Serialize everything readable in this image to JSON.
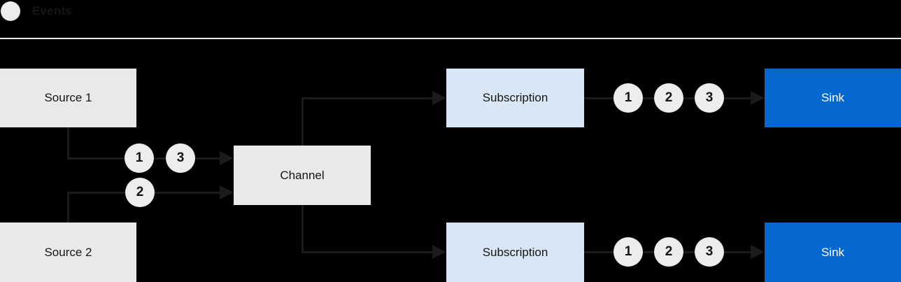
{
  "legend": {
    "label": "Events"
  },
  "colors": {
    "bg": "#000000",
    "box_gray": "#e9e9e9",
    "circle_gray": "#ededed",
    "light_blue": "#d9e6f5",
    "sink_blue": "#0567d0",
    "line": "#1b1b1b",
    "text_dark": "#151515",
    "separator": "#e5e5e5"
  },
  "nodes": {
    "source1": {
      "label": "Source 1"
    },
    "source2": {
      "label": "Source 2"
    },
    "channel": {
      "label": "Channel"
    },
    "subscription_top": {
      "label": "Subscription"
    },
    "subscription_bottom": {
      "label": "Subscription"
    },
    "sink_top": {
      "label": "Sink"
    },
    "sink_bottom": {
      "label": "Sink"
    }
  },
  "events": {
    "source1_to_channel": [
      "1",
      "3"
    ],
    "source2_to_channel": [
      "2"
    ],
    "subscription_top_to_sink": [
      "1",
      "2",
      "3"
    ],
    "subscription_bottom_to_sink": [
      "1",
      "2",
      "3"
    ]
  }
}
